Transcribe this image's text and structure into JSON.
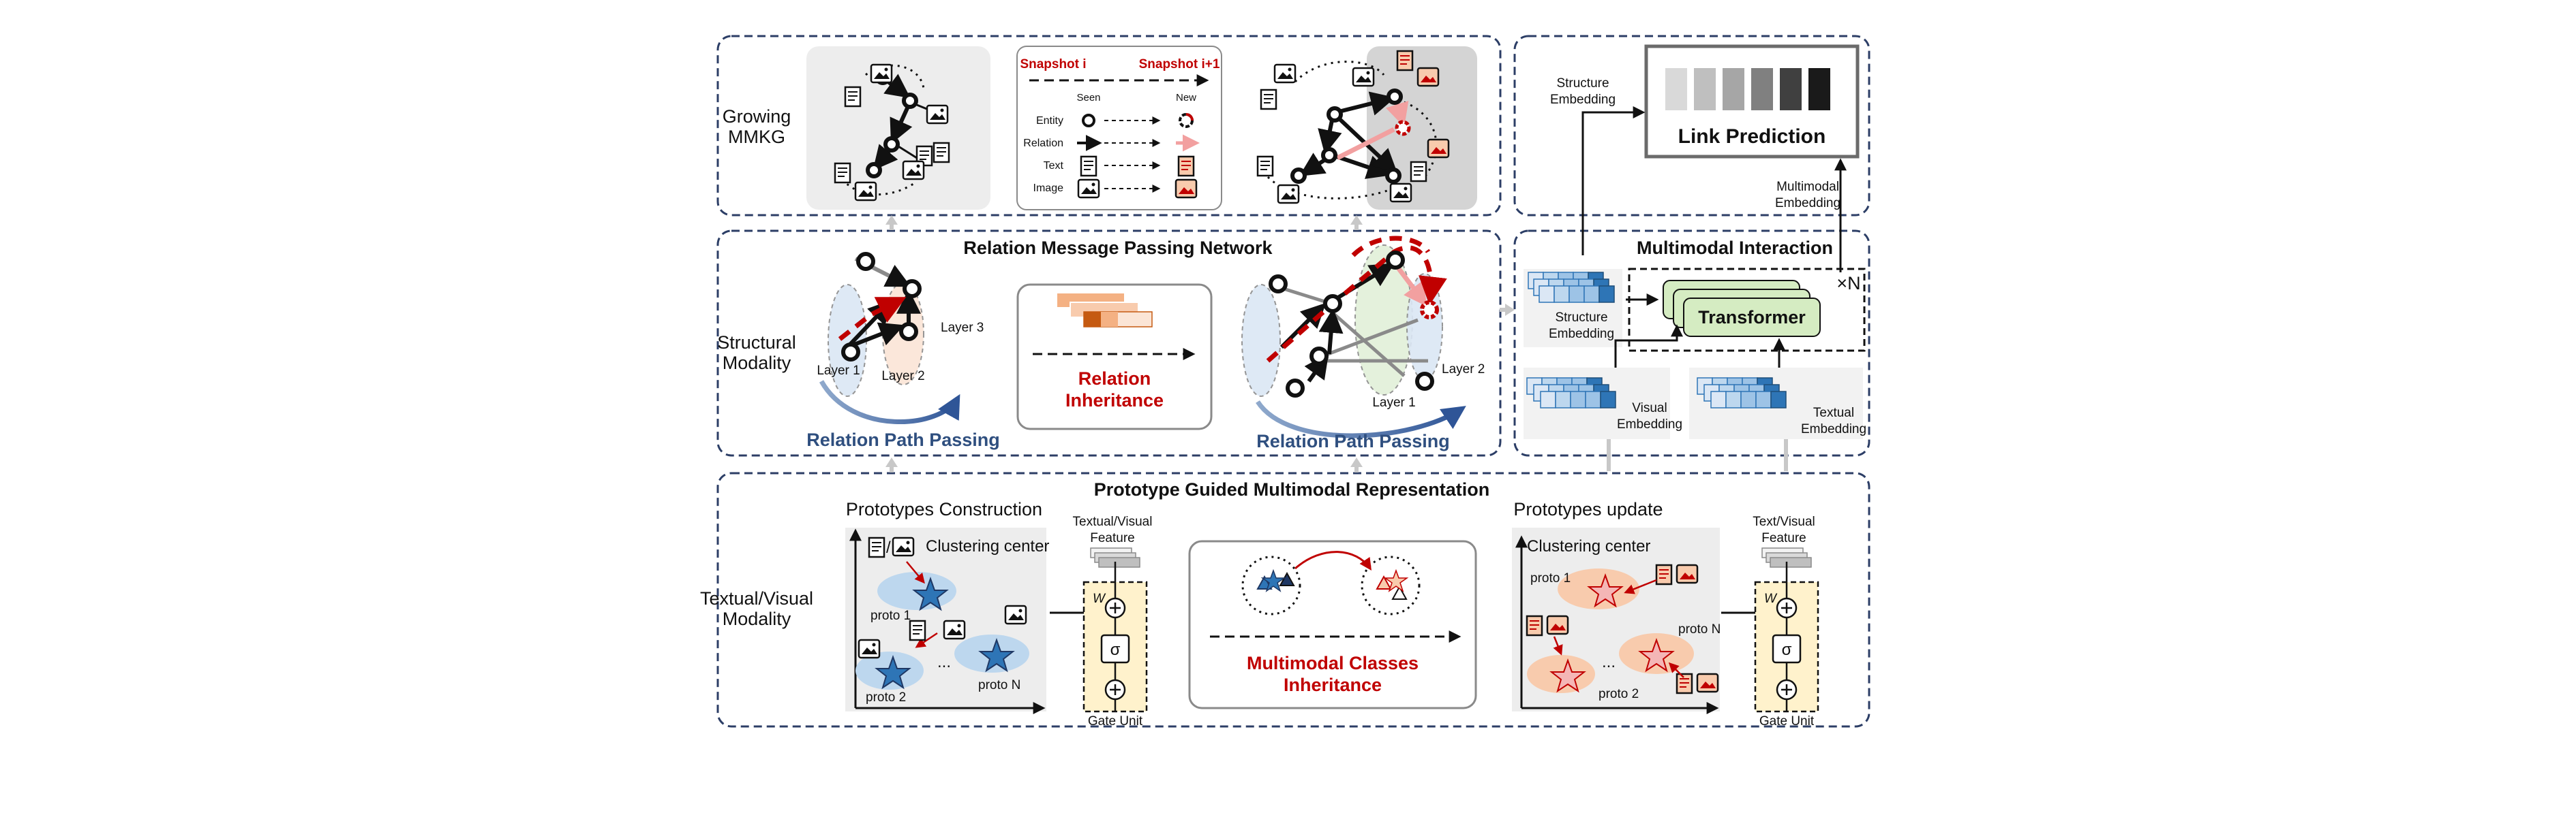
{
  "top": {
    "side_label": [
      "Growing",
      "MMKG"
    ],
    "legend": {
      "snapshot_i": "Snapshot i",
      "snapshot_i1": "Snapshot i+1",
      "seen": "Seen",
      "new": "New",
      "rows": [
        "Entity",
        "Relation",
        "Text",
        "Image"
      ]
    }
  },
  "relation_mp": {
    "title": "Relation Message Passing Network",
    "side_label": [
      "Structural",
      "Modality"
    ],
    "left_layers": [
      "Layer 1",
      "Layer 2",
      "Layer 3"
    ],
    "left_caption": "Relation Path Passing",
    "inherit_label": [
      "Relation",
      "Inheritance"
    ],
    "right_layers": [
      "Layer 1",
      "Layer 2"
    ],
    "right_caption": "Relation Path Passing"
  },
  "link_pred": {
    "title": "Link Prediction",
    "structure_embedding": [
      "Structure",
      "Embedding"
    ],
    "multimodal_embedding": [
      "Multimodal",
      "Embedding"
    ],
    "bar_colors": [
      "#d9d9d9",
      "#bfbfbf",
      "#a6a6a6",
      "#808080",
      "#404040",
      "#1a1a1a"
    ]
  },
  "mm_interaction": {
    "title": "Multimodal Interaction",
    "structure_embedding": [
      "Structure",
      "Embedding"
    ],
    "transformer": "Transformer",
    "times_n": "×N",
    "visual_embedding": [
      "Visual",
      "Embedding"
    ],
    "textual_embedding": [
      "Textual",
      "Embedding"
    ]
  },
  "prototype": {
    "title": "Prototype Guided Multimodal Representation",
    "side_label": [
      "Textual/Visual",
      "Modality"
    ],
    "construction_title": "Prototypes Construction",
    "clustering_center": "Clustering center",
    "protos_left": [
      "proto 1",
      "proto 2",
      "proto N"
    ],
    "feature_label_left": [
      "Textual/Visual",
      "Feature"
    ],
    "gate_unit": "Gate Unit",
    "wp": "W",
    "sigma": "σ",
    "inherit_label": [
      "Multimodal Classes",
      "Inheritance"
    ],
    "update_title": "Prototypes update",
    "protos_right": [
      "proto 1",
      "proto 2",
      "proto N"
    ],
    "feature_label_right": [
      "Text/Visual",
      "Feature"
    ],
    "ellipsis": "..."
  },
  "colors": {
    "panel_border": "#2c3e66",
    "red_accent": "#c00000",
    "blue_accent": "#2f4f7f",
    "embed_blue": "#9dc3e6",
    "embed_dark": "#2e75b6",
    "transformer_green": "#d5ecc2",
    "gate_yellow": "#fff2cc",
    "cluster_blue": "#bdd7ee",
    "cluster_pink": "#f8cbad",
    "orange_tensor": "#f4b183"
  }
}
